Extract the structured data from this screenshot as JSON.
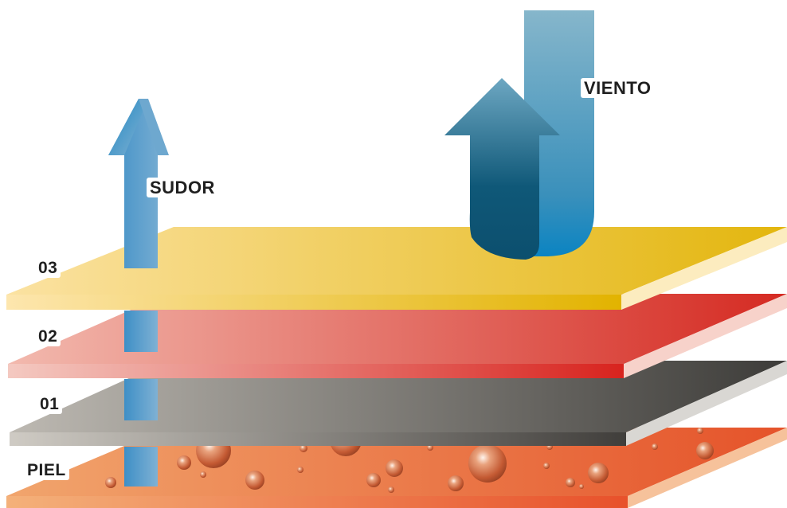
{
  "layers": [
    {
      "id": "piel",
      "label": "PIEL",
      "colors": {
        "start": "#f2b07e",
        "end": "#e8502a",
        "edge": "#f6c6a1"
      }
    },
    {
      "id": "layer-01",
      "label": "01",
      "colors": {
        "start": "#c9c6c0",
        "end": "#3e3d3a",
        "edge": "#d8d6d2"
      }
    },
    {
      "id": "layer-02",
      "label": "02",
      "colors": {
        "start": "#f3c4bd",
        "end": "#d9241f",
        "edge": "#f7d4cd"
      }
    },
    {
      "id": "layer-03",
      "label": "03",
      "colors": {
        "start": "#fde7b0",
        "end": "#e3b400",
        "edge": "#fff0c4"
      }
    }
  ],
  "arrows": {
    "sudor": {
      "label": "SUDOR",
      "color": "#5aa2cf",
      "color_dark": "#1a7fb5"
    },
    "viento": {
      "label": "VIENTO",
      "color": "#7ab0c8",
      "color_dark": "#0e5a7e"
    }
  },
  "droplet_color": "#d9663a"
}
